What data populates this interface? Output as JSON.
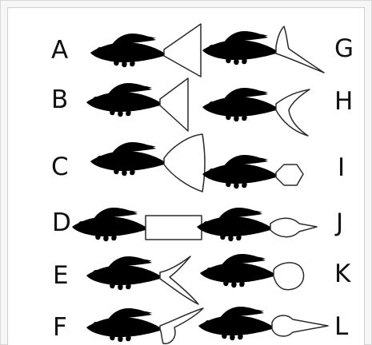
{
  "labels": {
    "a": "A",
    "b": "B",
    "c": "C",
    "d": "D",
    "e": "E",
    "f": "F",
    "g": "G",
    "h": "H",
    "i": "I",
    "j": "J",
    "k": "K",
    "l": "L"
  },
  "colors": {
    "eye": "#1f8ea3",
    "outline": "#2a2a2a",
    "background": "#ffffff"
  }
}
